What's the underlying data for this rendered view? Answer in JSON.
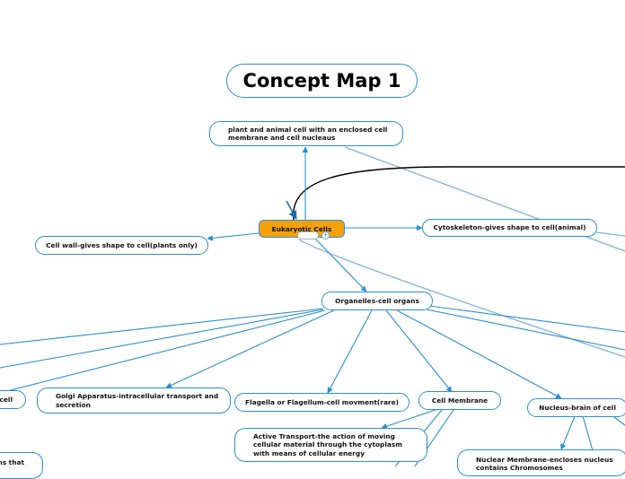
{
  "title": "Concept Map 1",
  "root": {
    "label": "Eukaryotic Cells",
    "expand_icon": "plus-circle-icon"
  },
  "nodes": {
    "plant_animal": "plant and animal cell with an enclosed cell membrane and cell nucleaus",
    "cytoskeleton": "Cytoskeleton-gives shape to cell(animal)",
    "cell_wall": "Cell wall-gives shape to cell(plants only)",
    "organelles": "Organelles-cell organs",
    "cell_partial": "cell",
    "golgi": "Golgi Apparatus-intracellular transport and secretion",
    "flagella": "Flagella or Flagellum-cell movment(rare)",
    "cell_membrane": "Cell Membrane",
    "nucleus": "Nucleus-brain of cell",
    "active_transport": "Active Transport-the action of moving cellular material through the cytoplasm with means of cellular energy",
    "nuclear_membrane": "Nuclear Membrane-encloses nucleus contains Chromosomes",
    "ns_that": "ns that"
  },
  "colors": {
    "connector": "#2a8fd0",
    "cross_link": "#7fb3d5",
    "relationship": "#000000",
    "root_fill": "#f5a10a",
    "node_border": "#2a8fd0"
  }
}
